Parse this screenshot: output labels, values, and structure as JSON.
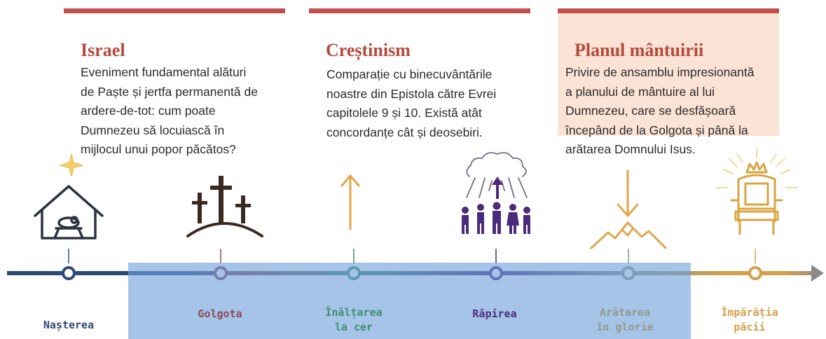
{
  "cards": [
    {
      "title": "Israel",
      "lines": [
        "Eveniment fundamental alături",
        "de Paște și jertfa permanentă de",
        "ardere-de-tot: cum poate",
        "Dumnezeu să locuiască în",
        "mijlocul unui popor păcătos?"
      ]
    },
    {
      "title": "Creștinism",
      "lines": [
        "Comparație cu binecuvântările",
        "noastre din Epistola către Evrei",
        "capitolele 9 și 10. Există atât",
        "concordanțe cât și deosebiri."
      ]
    },
    {
      "title": "Planul mântuirii",
      "lines": [
        "Privire de ansamblu impresionantă",
        "a planului de mântuire al lui",
        "Dumnezeu, care se desfășoară",
        "începând de la Golgota și până la",
        "arătarea Domnului Isus."
      ]
    }
  ],
  "timeline": {
    "events": [
      {
        "label1": "Nașterea",
        "label2": "",
        "color": "#2e4a78",
        "icon": "nativity-stable-icon"
      },
      {
        "label1": "Golgota",
        "label2": "",
        "color": "#8a4b52",
        "icon": "three-crosses-icon"
      },
      {
        "label1": "Înălțarea",
        "label2": "la cer",
        "color": "#3f8f6f",
        "icon": "arrow-up-icon"
      },
      {
        "label1": "Răpirea",
        "label2": "",
        "color": "#4a2b7c",
        "icon": "rapture-cloud-people-icon"
      },
      {
        "label1": "Arătarea",
        "label2": "în glorie",
        "color": "#8f9a8c",
        "icon": "arrow-down-mountain-icon"
      },
      {
        "label1": "Împărăția",
        "label2": "păcii",
        "color": "#d4a04a",
        "icon": "throne-crown-icon"
      }
    ],
    "arrow_color": "#8a8a8a"
  },
  "colors": {
    "card_border": "#c0504d",
    "card_title": "#b5493a",
    "peach_card": "#fbe3d6",
    "highlight": "#6ea0da"
  }
}
